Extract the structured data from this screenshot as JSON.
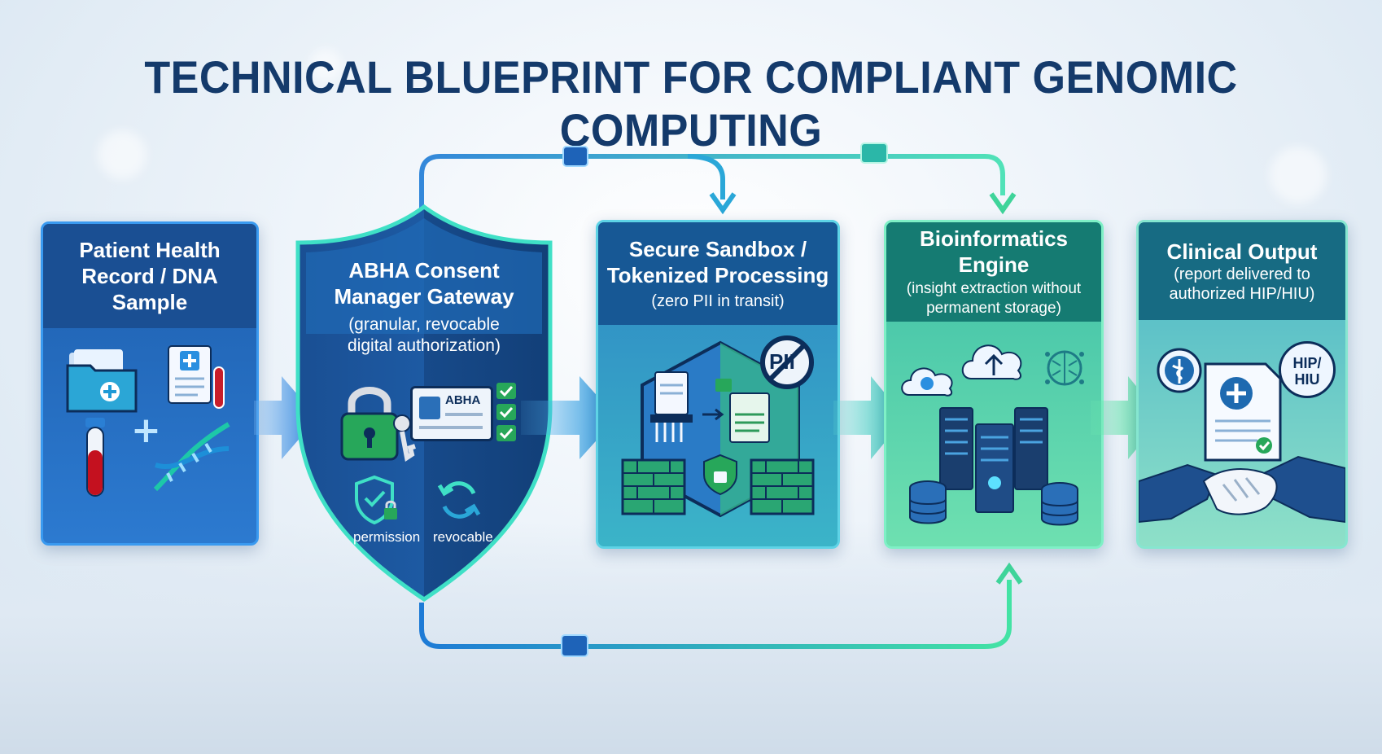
{
  "title": "TECHNICAL BLUEPRINT FOR COMPLIANT GENOMIC COMPUTING",
  "steps": [
    {
      "title": [
        "Patient Health",
        "Record / DNA",
        "Sample"
      ],
      "subtitle": []
    },
    {
      "title": [
        "ABHA Consent",
        "Manager Gateway"
      ],
      "subtitle": [
        "(granular, revocable",
        "digital authorization)"
      ],
      "card_label": "ABHA",
      "badges": [
        "permission",
        "revocable"
      ]
    },
    {
      "title": [
        "Secure Sandbox /",
        "Tokenized Processing"
      ],
      "subtitle": [
        "(zero PII in transit)"
      ],
      "badge": "PII"
    },
    {
      "title": [
        "Bioinformatics",
        "Engine"
      ],
      "subtitle": [
        "(insight extraction without",
        "permanent storage)"
      ]
    },
    {
      "title": [
        "Clinical Output"
      ],
      "subtitle": [
        "(report delivered to",
        "authorized HIP/HIU)"
      ],
      "badge": [
        "HIP/",
        "HIU"
      ]
    }
  ],
  "colors": {
    "title": "#143a6b",
    "blue": "#1e63b8",
    "teal": "#2bb7a8",
    "green": "#3fd49a"
  }
}
